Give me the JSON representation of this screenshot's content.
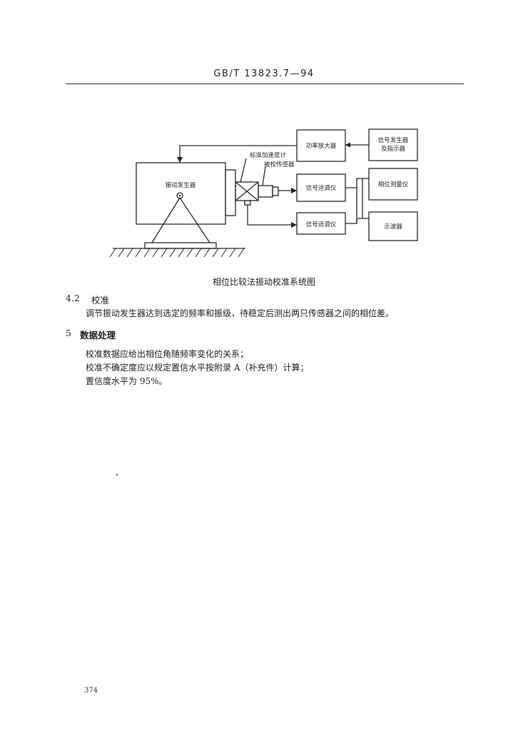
{
  "header": {
    "code": "GB/T 13823.7—94"
  },
  "diagram": {
    "vibrator_label": "振动发生器",
    "power_amp": "功率放大器",
    "signal_gen_line1": "信号发生器",
    "signal_gen_line2": "及指示器",
    "standard_sensor": "标准加速度计",
    "calibrated_sensor": "被校传感器",
    "conditioner_top": "信号适调仪",
    "conditioner_bottom": "信号适调仪",
    "phase_meter": "相位测量仪",
    "oscilloscope": "示波器"
  },
  "caption": "相位比较法振动校准系统图",
  "sections": [
    {
      "number": "4.2",
      "title": "校准"
    },
    {
      "number": "5",
      "title": "数据处理"
    }
  ],
  "paragraphs": {
    "calib": "调节振动发生器达到选定的频率和振级，待稳定后测出两只传感器之间的相位差。",
    "data1": "校准数据应给出相位角随频率变化的关系；",
    "data2": "校准不确定度应以规定置信水平按附录 A（补充件）计算；",
    "data3": "置信度水平为 95%。"
  },
  "footer": {
    "page_number": "374"
  }
}
